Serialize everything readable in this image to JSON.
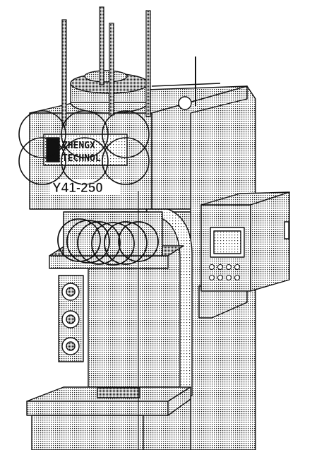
{
  "drawing": {
    "subject": "C-frame hydraulic press, dotted-shaded CAD line render",
    "palette": {
      "ink": "#111111",
      "paper": "#ffffff",
      "shade_dot": "#222222"
    }
  },
  "nameplate": {
    "line1": "ZHENGX",
    "line2": "TECHNOL"
  },
  "model_label": "Y41-250"
}
